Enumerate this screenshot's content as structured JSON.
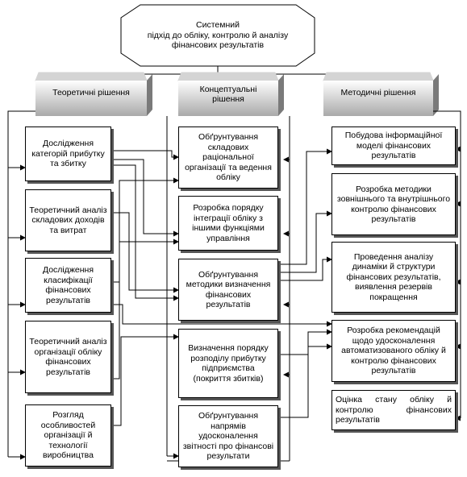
{
  "top": {
    "line1": "Системний",
    "line2": "підхід до обліку, контролю й аналізу",
    "line3": "фінансових результатів"
  },
  "headers": {
    "theoretical": "Теоретичні рішення",
    "conceptual_line1": "Концептуальні",
    "conceptual_line2": "рішення",
    "methodical": "Методичні рішення"
  },
  "left": [
    "Дослідження категорій прибутку та збитку",
    "Теоретичний аналіз складових доходів та витрат",
    "Дослідження класифікації фінансових результатів",
    "Теоретичний аналіз організації обліку фінансових результатів",
    "Розгляд особливостей організації й технології виробництва"
  ],
  "center": [
    "Обґрунтування складових раціональної організації та ведення обліку",
    "Розробка порядку інтеграції обліку з іншими функціями управління",
    "Обґрунтування методики визначення фінансових результатів",
    "Визначення порядку розподілу прибутку підприємства (покриття збитків)",
    "Обґрунтування напрямів удосконалення звітності про фінансові результати"
  ],
  "right": [
    "Побудова інформаційної моделі фінансових результатів",
    "Розробка методики зовнішнього та внутрішнього контролю фінансових результатів",
    "Проведення аналізу динаміки й структури фінансових результатів, виявлення резервів покращення",
    "Розробка рекомендацій щодо удосконалення автоматизованого обліку й контролю фінансових результатів",
    "Оцінка стану обліку й контролю фінансових результатів"
  ]
}
